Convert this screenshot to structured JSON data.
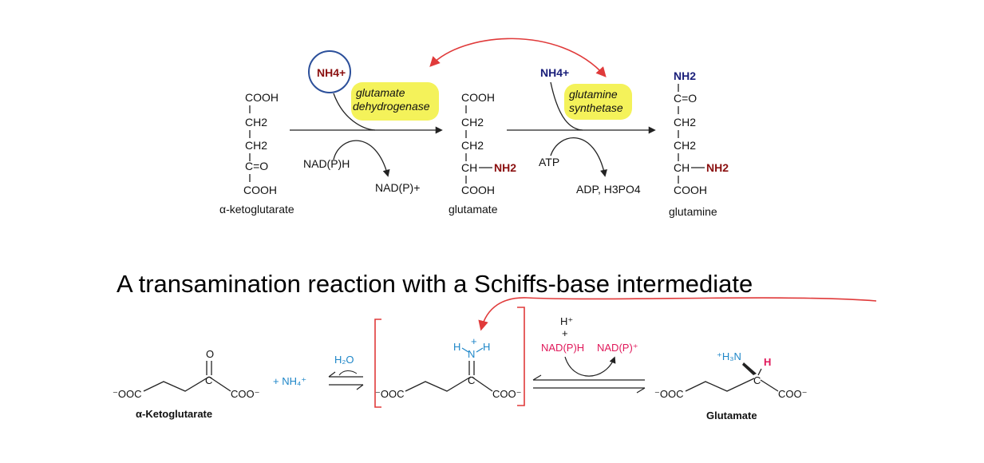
{
  "top": {
    "akg": {
      "cooh_top": "COOH",
      "ch2_a": "CH2",
      "ch2_b": "CH2",
      "co": "C=O",
      "cooh_bottom": "COOH",
      "name": "α-ketoglutarate"
    },
    "nh4_circled": "NH4+",
    "enzyme1": [
      "glutamate",
      "dehydrogenase"
    ],
    "nadph": "NAD(P)H",
    "nadp": "NAD(P)+",
    "glu": {
      "cooh_top": "COOH",
      "ch2_a": "CH2",
      "ch2_b": "CH2",
      "ch": "CH",
      "nh2": "NH2",
      "cooh_bottom": "COOH",
      "name": "glutamate"
    },
    "nh4_second": "NH4+",
    "enzyme2": [
      "glutamine",
      "synthetase"
    ],
    "atp": "ATP",
    "adp": "ADP, H3PO4",
    "gln": {
      "nh2_top": "NH2",
      "co": "C=O",
      "ch2_a": "CH2",
      "ch2_b": "CH2",
      "ch": "CH",
      "nh2": "NH2",
      "cooh_bottom": "COOH",
      "name": "glutamine"
    }
  },
  "heading": "A transamination reaction with a Schiffs-base intermediate",
  "bottom": {
    "akg_label": "α-Ketoglutarate",
    "o": "O",
    "c": "C",
    "ooc_left": "⁻OOC",
    "coo_right": "COO⁻",
    "plus_nh4": "+ NH₄⁺",
    "h2o": "H₂O",
    "imine_n": "N",
    "imine_h_left": "H",
    "imine_h_right": "H",
    "imine_plus": "+",
    "imine_c": "C",
    "imine_ooc": "⁻OOC",
    "imine_coo": "COO⁻",
    "h_plus": "H⁺",
    "plus": "+",
    "nadph": "NAD(P)H",
    "nadp": "NAD(P)⁺",
    "glu_n": "⁺H₃N",
    "glu_h": "H",
    "glu_c": "C",
    "glu_ooc": "⁻OOC",
    "glu_coo": "COO⁻",
    "glu_label": "Glutamate"
  },
  "colors": {
    "annotation_red": "#e03a3a",
    "highlight": "#f4f25a",
    "circle": "#2b4f9a",
    "nh_blue": "#1e86c8",
    "nadp_pink": "#e0185a"
  }
}
